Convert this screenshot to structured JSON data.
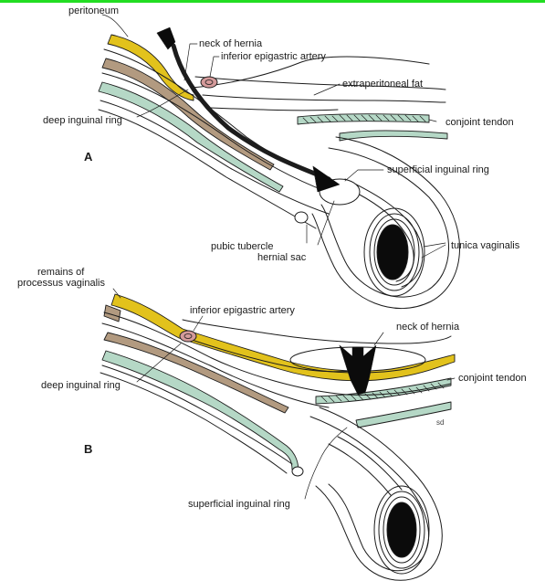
{
  "colors": {
    "peritoneum_yellow": "#e2c21c",
    "muscle_green": "#b5d8c6",
    "fascia_brown": "#b29a80",
    "sac_black": "#0b0b0b",
    "vessel_pink": "#d49a9a",
    "line_color": "#1c1c1c",
    "top_rule_green": "#22dd22"
  },
  "panels": {
    "a": {
      "letter": "A",
      "labels": {
        "peritoneum": "peritoneum",
        "neck_of_hernia": "neck of hernia",
        "inferior_epigastric_artery": "inferior epigastric artery",
        "extraperitoneal_fat": "extraperitoneal fat",
        "deep_inguinal_ring": "deep inguinal ring",
        "conjoint_tendon": "conjoint tendon",
        "superficial_inguinal_ring": "superficial inguinal ring",
        "pubic_tubercle": "pubic tubercle",
        "hernial_sac": "hernial sac",
        "tunica_vaginalis": "tunica vaginalis"
      }
    },
    "b": {
      "letter": "B",
      "labels": {
        "remains_line1": "remains of",
        "remains_line2": "processus vaginalis",
        "inferior_epigastric_artery": "inferior epigastric artery",
        "neck_of_hernia": "neck of hernia",
        "deep_inguinal_ring": "deep inguinal ring",
        "conjoint_tendon": "conjoint tendon",
        "superficial_inguinal_ring": "superficial inguinal ring"
      }
    }
  },
  "signature": "sd"
}
